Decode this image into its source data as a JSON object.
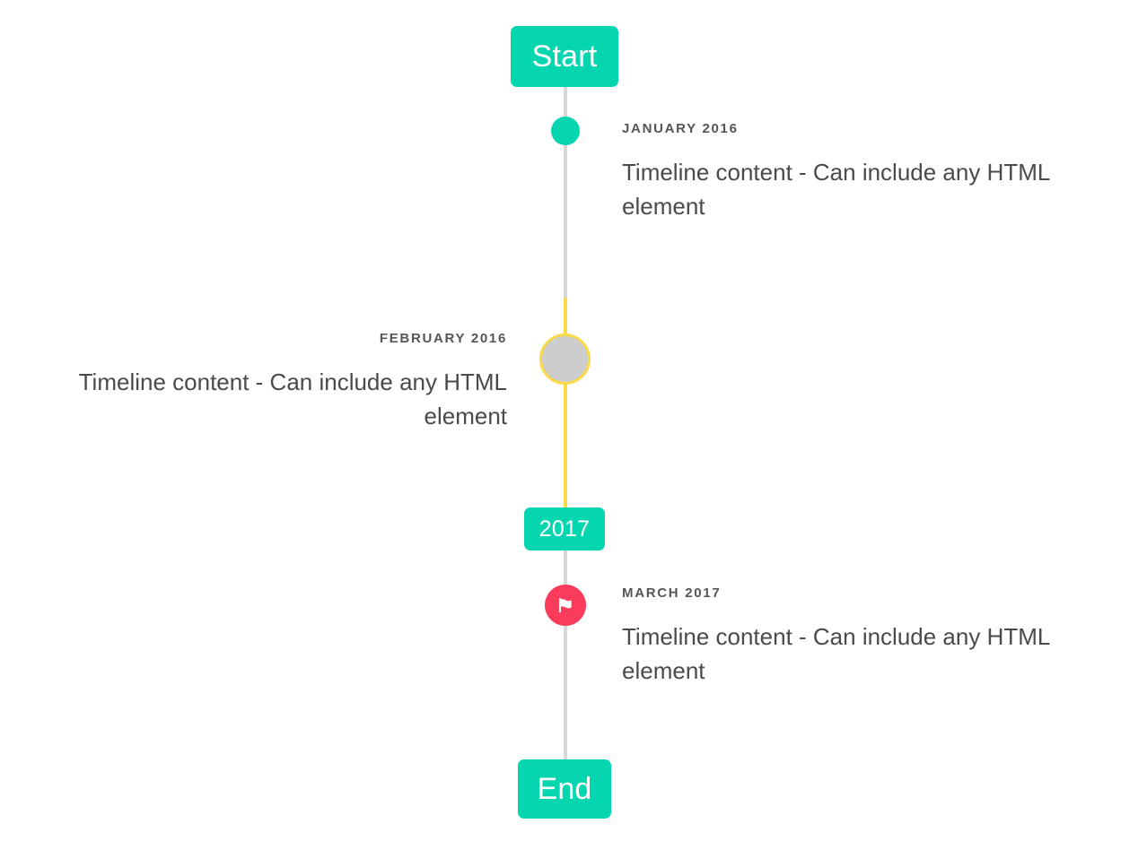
{
  "colors": {
    "accent_teal": "#06d6b0",
    "accent_yellow": "#fada47",
    "accent_pink": "#fb3b5c",
    "rail_gray": "#d8d8d8",
    "marker_gray": "#cdcdcd",
    "date_text": "#555555",
    "body_text": "#4a4a4a",
    "badge_text": "#ffffff"
  },
  "badges": {
    "start_label": "Start",
    "year_label": "2017",
    "end_label": "End"
  },
  "markers": {
    "january_icon": "teal-dot-icon",
    "february_icon": "missing-glyph-icon",
    "february_glyph": "⬚",
    "march_icon": "flag-icon"
  },
  "events": [
    {
      "date": "JANUARY 2016",
      "body": "Timeline content - Can include any HTML element",
      "side": "right"
    },
    {
      "date": "FEBRUARY 2016",
      "body": "Timeline content - Can include any HTML element",
      "side": "left"
    },
    {
      "date": "MARCH 2017",
      "body": "Timeline content - Can include any HTML element",
      "side": "right"
    }
  ]
}
